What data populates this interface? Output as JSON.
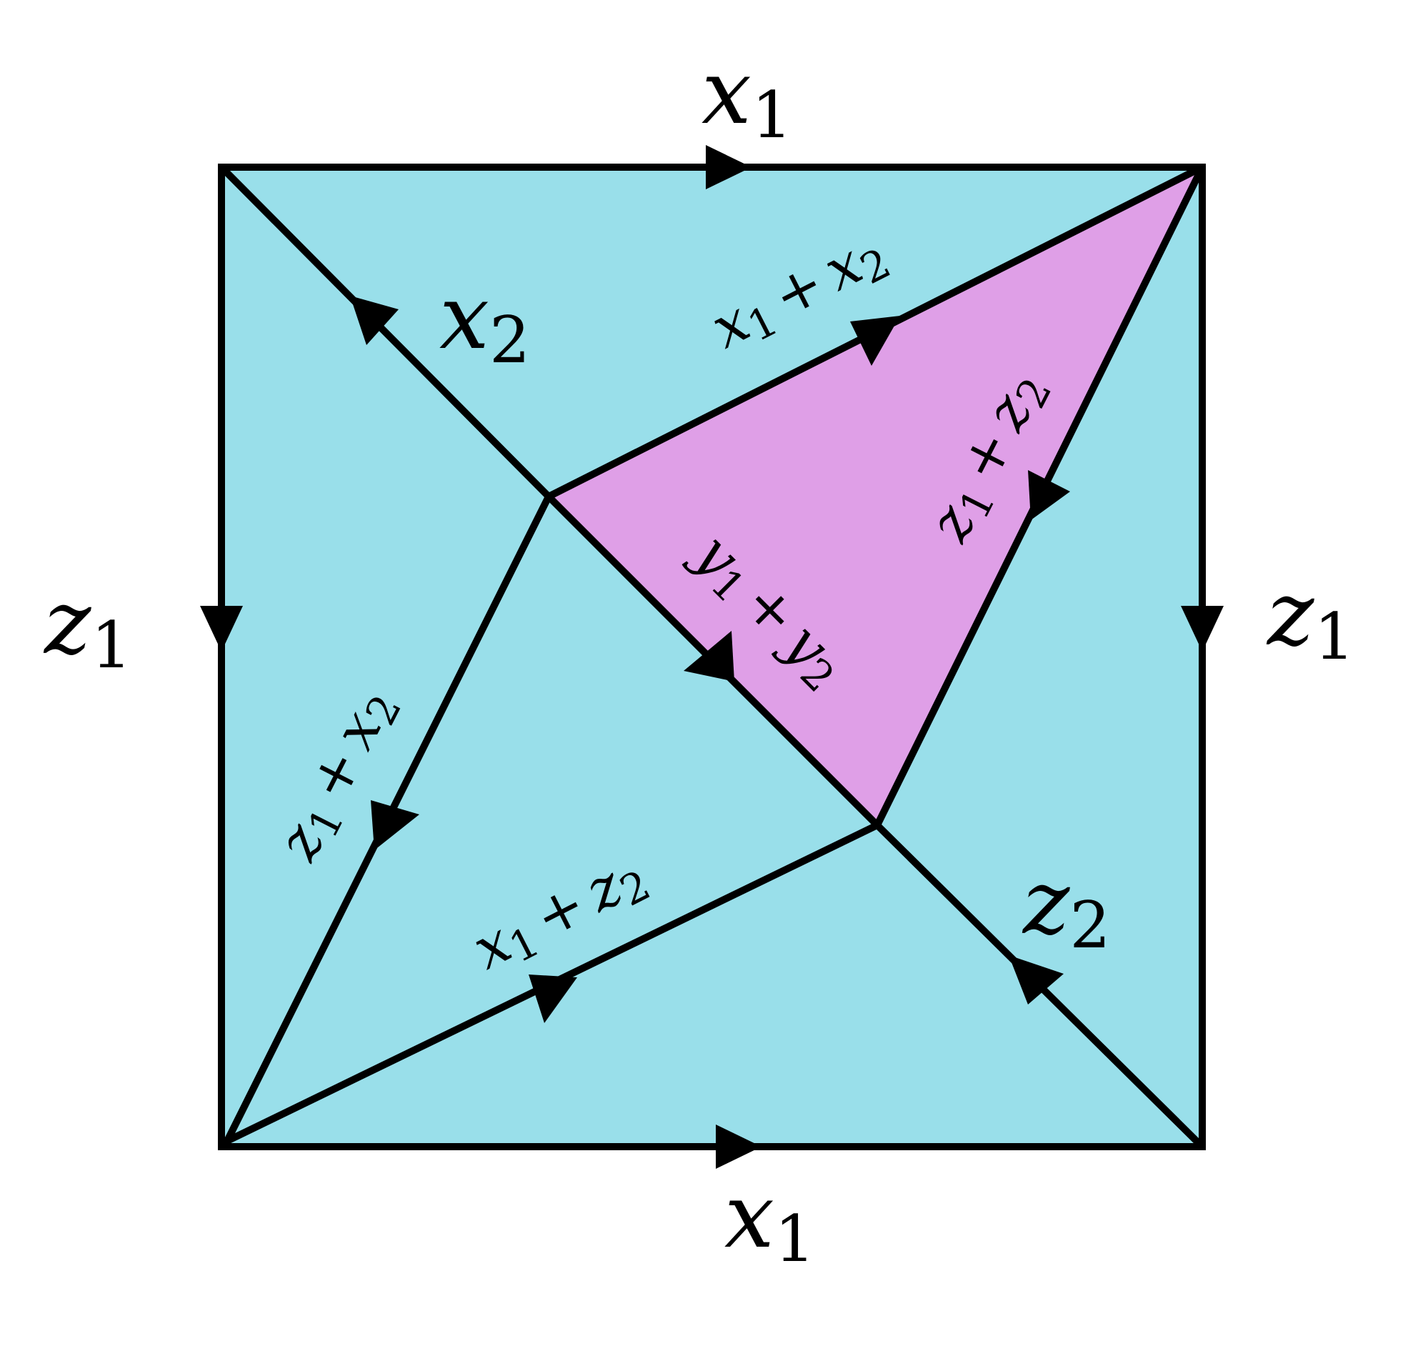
{
  "colors": {
    "background": "#ffffff",
    "cyan_region": "#99dfea",
    "pink_region": "#df9fe7",
    "edges": "#000000"
  },
  "labels": {
    "top": {
      "var": "x",
      "sub": "1"
    },
    "bottom": {
      "var": "x",
      "sub": "1"
    },
    "left": {
      "var": "z",
      "sub": "1"
    },
    "right": {
      "var": "z",
      "sub": "1"
    },
    "diag_upper": {
      "var": "x",
      "sub": "2"
    },
    "diag_lower": {
      "var": "z",
      "sub": "2"
    },
    "upper_right_edge": {
      "a": "x",
      "a_sub": "1",
      "op": "+",
      "b": "x",
      "b_sub": "2"
    },
    "right_inner_edge": {
      "a": "z",
      "a_sub": "1",
      "op": "+",
      "b": "z",
      "b_sub": "2"
    },
    "center_diag": {
      "a": "y",
      "a_sub": "1",
      "op": "+",
      "b": "y",
      "b_sub": "2"
    },
    "left_inner_edge": {
      "a": "z",
      "a_sub": "1",
      "op": "+",
      "b": "x",
      "b_sub": "2"
    },
    "lower_edge": {
      "a": "x",
      "a_sub": "1",
      "op": "+",
      "b": "z",
      "b_sub": "2"
    }
  }
}
